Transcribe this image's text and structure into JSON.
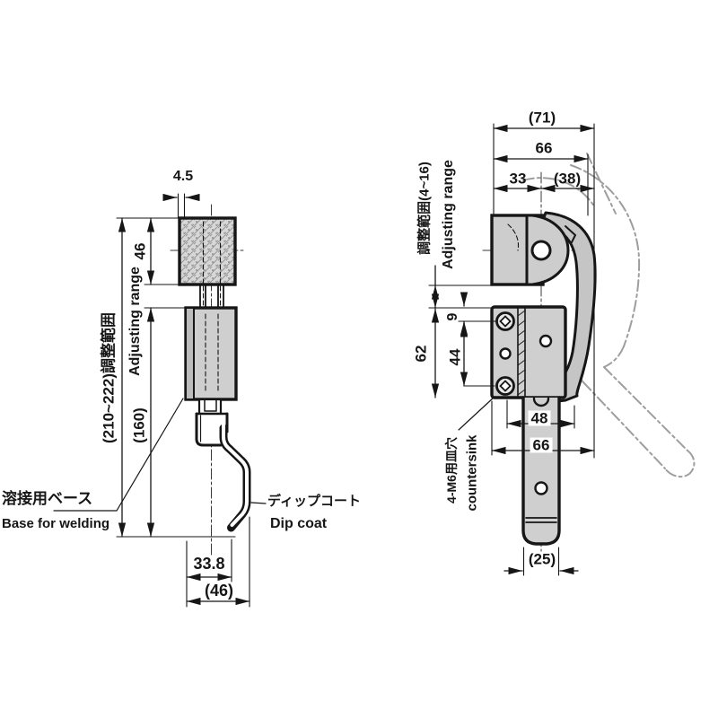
{
  "front_view": {
    "wire_dia": "4.5",
    "rubber_height": "46",
    "overall_range_jp": "(210~222)調整範囲",
    "overall_range_en": "Adjusting range",
    "base_height": "(160)",
    "hook_offset": "33.8",
    "hook_reach": "(46)",
    "weld_base_jp": "溶接用ベース",
    "weld_base_en": "Base for welding",
    "dip_coat_jp": "ディップコート",
    "dip_coat_en": "Dip coat"
  },
  "side_view": {
    "overall_width": "(71)",
    "head_width": "66",
    "pivot_offset": "33",
    "pivot_to_edge": "(38)",
    "adjust_range_jp": "調整範囲(4~16)",
    "adjust_range_en": "Adjusting range",
    "hole_top_offset": "9",
    "bracket_height": "62",
    "hole_pitch": "44",
    "hole_span": "48",
    "lower_width": "66",
    "strap_width": "(25)",
    "countersink_jp": "4-M6用皿穴",
    "countersink_en": "countersink"
  },
  "colors": {
    "line": "#161616",
    "fill": "#cdcdcd",
    "phantom": "#9e9e9e",
    "bg": "#ffffff"
  }
}
